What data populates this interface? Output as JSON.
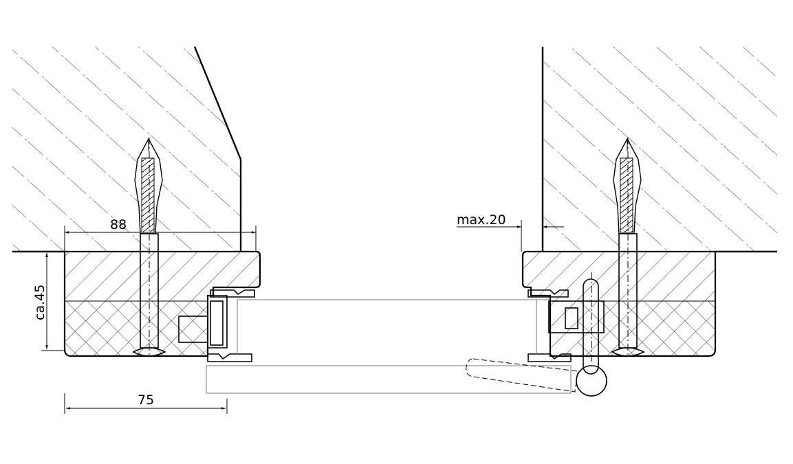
{
  "dimensions": {
    "width_top": "88",
    "gap_max": "max.20",
    "height": "ca.45",
    "width_bottom": "75"
  }
}
